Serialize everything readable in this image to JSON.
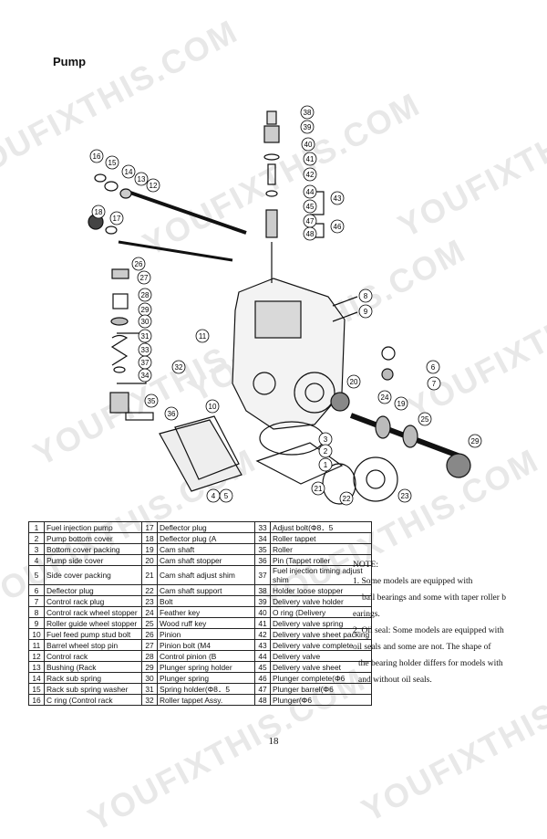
{
  "title": "Pump",
  "watermark": "YOUFIXTHIS.COM",
  "callouts": [
    "38",
    "39",
    "40",
    "41",
    "42",
    "44",
    "43",
    "45",
    "47",
    "46",
    "48",
    "16",
    "15",
    "14",
    "13",
    "12",
    "18",
    "17",
    "26",
    "27",
    "28",
    "29",
    "30",
    "31",
    "33",
    "37",
    "34",
    "32",
    "35",
    "36",
    "11",
    "10",
    "8",
    "9",
    "6",
    "7",
    "20",
    "24",
    "19",
    "25",
    "29",
    "3",
    "2",
    "1",
    "21",
    "22",
    "23",
    "4",
    "5"
  ],
  "parts": [
    [
      "1",
      "Fuel injection pump",
      "17",
      "Deflector plug",
      "33",
      "Adjust bolt(Φ8．5"
    ],
    [
      "2",
      "Pump bottom cover",
      "18",
      "Deflector plug (A",
      "34",
      "Roller tappet"
    ],
    [
      "3",
      "Bottom cover packing",
      "19",
      "Cam shaft",
      "35",
      "Roller"
    ],
    [
      "4",
      "Pump side cover",
      "20",
      "Cam shaft stopper",
      "36",
      "Pin (Tappet roller"
    ],
    [
      "5",
      "Side cover packing",
      "21",
      "Cam shaft adjust shim",
      "37",
      "Fuel injection timing adjust shim"
    ],
    [
      "6",
      "Deflector plug",
      "22",
      "Cam shaft support",
      "38",
      "Holder loose stopper"
    ],
    [
      "7",
      "Control rack plug",
      "23",
      "Bolt",
      "39",
      "Delivery valve holder"
    ],
    [
      "8",
      "Control rack wheel stopper",
      "24",
      "Feather key",
      "40",
      "O ring (Delivery"
    ],
    [
      "9",
      "Roller guide wheel stopper",
      "25",
      "Wood ruff key",
      "41",
      "Delivery valve spring"
    ],
    [
      "10",
      "Fuel feed pump stud bolt",
      "26",
      "Pinion",
      "42",
      "Delivery valve sheet packing"
    ],
    [
      "11",
      "Barrel wheel stop pin",
      "27",
      "Pinion bolt (M4",
      "43",
      "Delivery valve complete"
    ],
    [
      "12",
      "Control rack",
      "28",
      "Control pinion (B",
      "44",
      "Delivery valve"
    ],
    [
      "13",
      "Bushing (Rack",
      "29",
      "Plunger spring holder",
      "45",
      "Delivery valve sheet"
    ],
    [
      "14",
      "Rack sub spring",
      "30",
      "Plunger spring",
      "46",
      "Plunger complete(Φ6"
    ],
    [
      "15",
      "Rack sub spring washer",
      "31",
      "Spring holder(Φ8．5",
      "47",
      "Plunger barrel(Φ6"
    ],
    [
      "16",
      "C ring (Control rack",
      "32",
      "Roller tappet Assy.",
      "48",
      "Plunger(Φ6"
    ]
  ],
  "note": {
    "heading": "NOTE:",
    "line1": "1. Some models are equipped with",
    "line2": "ball bearings and some with  taper roller b",
    "line3": "earings.",
    "line4": "2. Oil seal: Some models are equipped with",
    "line5": "oil seals and some are not. The shape of",
    "line6": "the bearing holder differs for models with",
    "line7": "and without oil seals."
  },
  "page_number": "18"
}
